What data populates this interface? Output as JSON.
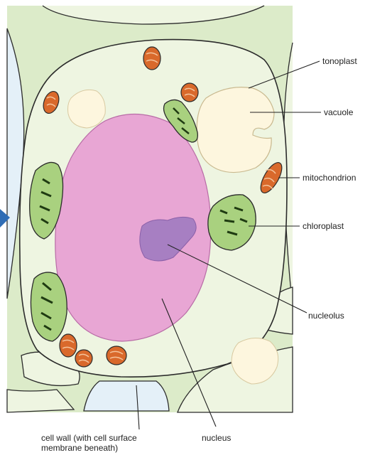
{
  "diagram": {
    "labels": {
      "tonoplast": "tonoplast",
      "vacuole": "vacuole",
      "mitochondrion": "mitochondrion",
      "chloroplast": "chloroplast",
      "nucleolus": "nucleolus",
      "nucleus": "nucleus",
      "cell_wall_line1": "cell wall (with cell surface",
      "cell_wall_line2": "membrane beneath)"
    },
    "colors": {
      "cell_wall": "#dcebc9",
      "cytoplasm": "#eef5e1",
      "outline": "#2b2b2b",
      "background_gap": "#e4f0f8",
      "nucleus": "#e8a6d4",
      "nucleolus": "#a77fc2",
      "vacuole": "#fdf6de",
      "chloroplast": "#a9d17f",
      "mitochondrion": "#d9692b",
      "arrow": "#2f6db5"
    }
  }
}
